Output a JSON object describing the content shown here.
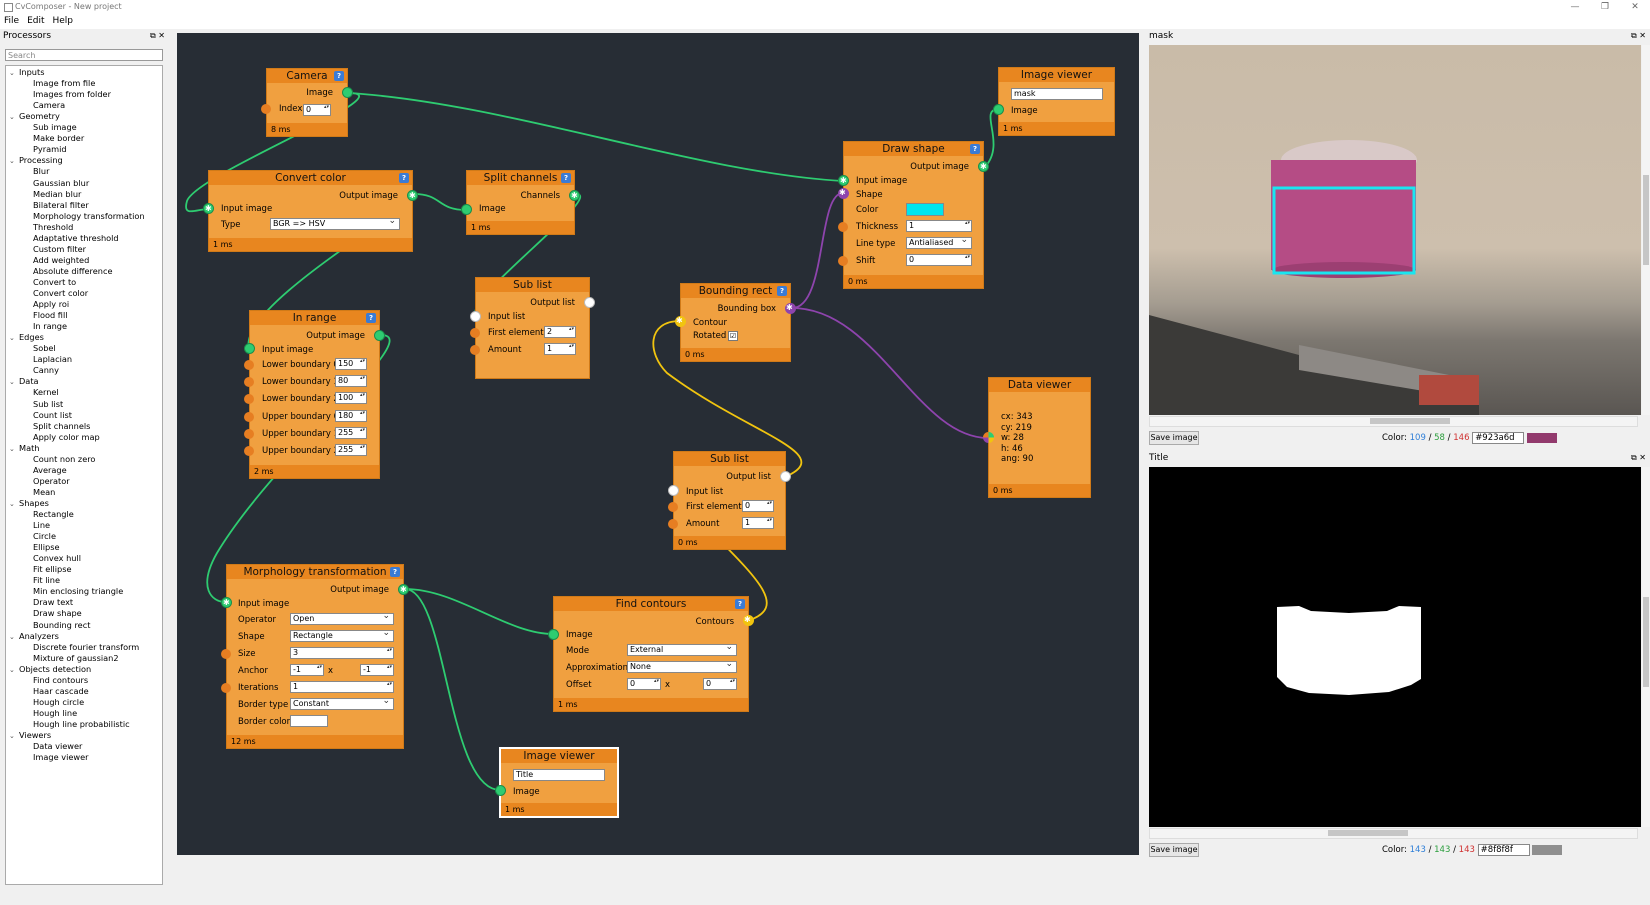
{
  "window": {
    "title": "CvComposer - New project"
  },
  "menu": [
    "File",
    "Edit",
    "Help"
  ],
  "processors": {
    "title": "Processors",
    "search_placeholder": "Search",
    "tree": [
      {
        "cat": "Inputs",
        "items": [
          "Image from file",
          "Images from folder",
          "Camera"
        ]
      },
      {
        "cat": "Geometry",
        "items": [
          "Sub image",
          "Make border",
          "Pyramid"
        ]
      },
      {
        "cat": "Processing",
        "items": [
          "Blur",
          "Gaussian blur",
          "Median blur",
          "Bilateral filter",
          "Morphology transformation",
          "Threshold",
          "Adaptative threshold",
          "Custom filter",
          "Add weighted",
          "Absolute difference",
          "Convert to",
          "Convert color",
          "Apply roi",
          "Flood fill",
          "In range"
        ]
      },
      {
        "cat": "Edges",
        "items": [
          "Sobel",
          "Laplacian",
          "Canny"
        ]
      },
      {
        "cat": "Data",
        "items": [
          "Kernel",
          "Sub list",
          "Count list",
          "Split channels",
          "Apply color map"
        ]
      },
      {
        "cat": "Math",
        "items": [
          "Count non zero",
          "Average",
          "Operator",
          "Mean"
        ]
      },
      {
        "cat": "Shapes",
        "items": [
          "Rectangle",
          "Line",
          "Circle",
          "Ellipse",
          "Convex hull",
          "Fit ellipse",
          "Fit line",
          "Min enclosing triangle",
          "Draw text",
          "Draw shape",
          "Bounding rect"
        ]
      },
      {
        "cat": "Analyzers",
        "items": [
          "Discrete fourier transform",
          "Mixture of gaussian2"
        ]
      },
      {
        "cat": "Objects detection",
        "items": [
          "Find contours",
          "Haar cascade",
          "Hough circle",
          "Hough line",
          "Hough line probabilistic"
        ]
      },
      {
        "cat": "Viewers",
        "items": [
          "Data viewer",
          "Image viewer"
        ]
      }
    ]
  },
  "nodes": {
    "camera": {
      "title": "Camera",
      "out": "Image",
      "index_label": "Index",
      "index": "0",
      "time": "8 ms"
    },
    "convert": {
      "title": "Convert color",
      "out": "Output image",
      "in": "Input image",
      "type_label": "Type",
      "type": "BGR => HSV",
      "time": "1 ms"
    },
    "split": {
      "title": "Split channels",
      "out": "Channels",
      "in": "Image",
      "time": "1 ms"
    },
    "sublist1": {
      "title": "Sub list",
      "out": "Output list",
      "in": "Input list",
      "first_label": "First element",
      "first": "2",
      "amount_label": "Amount",
      "amount": "1"
    },
    "inrange": {
      "title": "In range",
      "out": "Output image",
      "in": "Input image",
      "rows": [
        {
          "label": "Lower boundary 0",
          "value": "150"
        },
        {
          "label": "Lower boundary 1",
          "value": "80"
        },
        {
          "label": "Lower boundary 2",
          "value": "100"
        },
        {
          "label": "Upper boundary 0",
          "value": "180"
        },
        {
          "label": "Upper boundary 1",
          "value": "255"
        },
        {
          "label": "Upper boundary 2",
          "value": "255"
        }
      ],
      "time": "2 ms"
    },
    "morph": {
      "title": "Morphology transformation",
      "out": "Output image",
      "in": "Input image",
      "operator_label": "Operator",
      "operator": "Open",
      "shape_label": "Shape",
      "shape": "Rectangle",
      "size_label": "Size",
      "size": "3",
      "anchor_label": "Anchor",
      "anchor_x": "-1",
      "anchor_sep": "x",
      "anchor_y": "-1",
      "iterations_label": "Iterations",
      "iterations": "1",
      "border_type_label": "Border type",
      "border_type": "Constant",
      "border_color_label": "Border color",
      "time": "12 ms"
    },
    "imgview2": {
      "title": "Image viewer",
      "name": "Title",
      "in": "Image",
      "time": "1 ms"
    },
    "findcont": {
      "title": "Find contours",
      "out": "Contours",
      "in": "Image",
      "mode_label": "Mode",
      "mode": "External",
      "approx_label": "Approximation",
      "approx": "None",
      "offset_label": "Offset",
      "offset_x": "0",
      "offset_sep": "x",
      "offset_y": "0",
      "time": "1 ms"
    },
    "sublist2": {
      "title": "Sub list",
      "out": "Output list",
      "in": "Input list",
      "first_label": "First element",
      "first": "0",
      "amount_label": "Amount",
      "amount": "1",
      "time": "0 ms"
    },
    "boundrect": {
      "title": "Bounding rect",
      "out": "Bounding box",
      "in": "Contour",
      "rotated_label": "Rotated",
      "rotated": "☑",
      "time": "0 ms"
    },
    "drawshape": {
      "title": "Draw shape",
      "out": "Output image",
      "in": "Input image",
      "shape_label": "Shape",
      "color_label": "Color",
      "color": "#00e5ee",
      "thickness_label": "Thickness",
      "thickness": "1",
      "linetype_label": "Line type",
      "linetype": "Antialiased",
      "shift_label": "Shift",
      "shift": "0",
      "time": "0 ms"
    },
    "imgview1": {
      "title": "Image viewer",
      "name": "mask",
      "in": "Image",
      "time": "1 ms"
    },
    "dataview": {
      "title": "Data viewer",
      "lines": [
        "cx: 343",
        "cy: 219",
        "w: 28",
        "h: 46",
        "ang: 90"
      ],
      "time": "0 ms"
    }
  },
  "viewer_mask": {
    "title": "mask",
    "save": "Save image",
    "color_label": "Color:",
    "b": "109",
    "g": "58",
    "r": "146",
    "sep": "/",
    "hex": "#923a6d",
    "swatch": "#923a6d"
  },
  "viewer_title": {
    "title": "Title",
    "save": "Save image",
    "color_label": "Color:",
    "b": "143",
    "g": "143",
    "r": "143",
    "sep": "/",
    "hex": "#8f8f8f",
    "swatch": "#8f8f8f"
  },
  "colors": {
    "canvas": "#272d35",
    "node": "#f0a040",
    "node_header": "#e8861f",
    "wire_green": "#2ecc71",
    "wire_yellow": "#f1c40f",
    "wire_purple": "#8e44ad"
  }
}
